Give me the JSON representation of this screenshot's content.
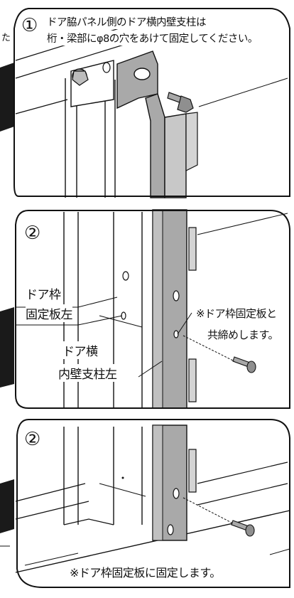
{
  "panels": [
    {
      "number": "①",
      "caption_line1": "ドア脇パネル側のドア横内壁支柱は",
      "caption_line2": "桁・梁部にφ8の穴をあけて固定してください。"
    },
    {
      "number": "②",
      "label_frame_line1": "ドア枠",
      "label_frame_line2": "固定板左",
      "label_post_line1": "ドア横",
      "label_post_line2": "内壁支柱左",
      "note_line1": "※ドア枠固定板と",
      "note_line2": "共締めします。"
    },
    {
      "number": "②",
      "note": "※ドア枠固定板に固定します。"
    }
  ],
  "edge_text": "た",
  "colors": {
    "line": "#111111",
    "post_fill": "#a9a9a9",
    "post_light": "#d4d4d4",
    "edge_tab": "#1a1a1a"
  }
}
